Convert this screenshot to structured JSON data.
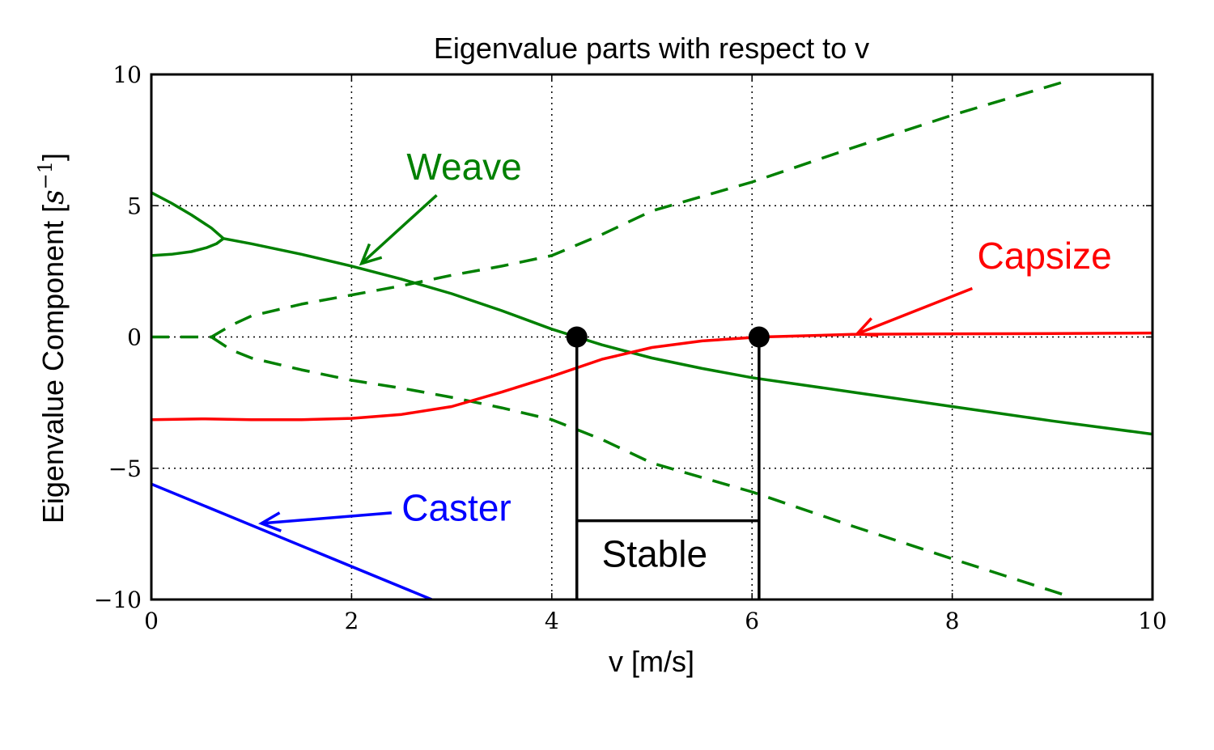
{
  "chart_data": {
    "type": "line",
    "title": "Eigenvalue parts with respect to v",
    "xlabel": "v [m/s]",
    "ylabel_text": "Eigenvalue Component [",
    "ylabel_math": "s",
    "ylabel_exp": "−1",
    "ylabel_close": "]",
    "xlim": [
      0,
      10
    ],
    "ylim": [
      -10,
      10
    ],
    "xticks": [
      0,
      2,
      4,
      6,
      8,
      10
    ],
    "yticks": [
      -10,
      -5,
      0,
      5,
      10
    ],
    "xtick_labels": [
      "0",
      "2",
      "4",
      "6",
      "8",
      "10"
    ],
    "ytick_labels": [
      "−10",
      "−5",
      "0",
      "5",
      "10"
    ],
    "grid": true,
    "colors": {
      "weave": "#008000",
      "capsize": "#ff0000",
      "caster": "#0000ff",
      "stable": "#000000"
    },
    "series": [
      {
        "mode": "weave",
        "style": "solid",
        "x": [
          0,
          0.2,
          0.4,
          0.6,
          0.72
        ],
        "y": [
          5.5,
          5.1,
          4.65,
          4.15,
          3.75
        ]
      },
      {
        "mode": "weave",
        "style": "solid",
        "x": [
          0,
          0.2,
          0.4,
          0.55,
          0.65,
          0.72
        ],
        "y": [
          3.1,
          3.15,
          3.25,
          3.4,
          3.55,
          3.75
        ]
      },
      {
        "mode": "weave",
        "style": "solid",
        "x": [
          0.72,
          1,
          1.5,
          2,
          2.5,
          3,
          3.5,
          4,
          4.25,
          4.5,
          5,
          5.5,
          6,
          7,
          8,
          9,
          10
        ],
        "y": [
          3.75,
          3.55,
          3.15,
          2.7,
          2.2,
          1.65,
          1.0,
          0.3,
          0.0,
          -0.3,
          -0.8,
          -1.2,
          -1.55,
          -2.1,
          -2.65,
          -3.2,
          -3.7
        ]
      },
      {
        "mode": "weave",
        "style": "dashed",
        "x": [
          0,
          0.6,
          0.8,
          1,
          1.5,
          2,
          2.5,
          3,
          3.5,
          4,
          4.5,
          5,
          6,
          7,
          8,
          9.1
        ],
        "y": [
          0,
          0,
          0.45,
          0.8,
          1.25,
          1.6,
          1.95,
          2.35,
          2.7,
          3.1,
          3.9,
          4.8,
          5.9,
          7.2,
          8.45,
          9.7
        ]
      },
      {
        "mode": "weave",
        "style": "dashed",
        "x": [
          0.6,
          0.8,
          1,
          1.5,
          2,
          2.5,
          3,
          3.5,
          4,
          4.5,
          5,
          6,
          7,
          8,
          9.1
        ],
        "y": [
          0,
          -0.5,
          -0.8,
          -1.25,
          -1.65,
          -1.95,
          -2.3,
          -2.7,
          -3.15,
          -3.9,
          -4.8,
          -5.9,
          -7.2,
          -8.45,
          -9.8
        ]
      },
      {
        "mode": "capsize",
        "style": "solid",
        "x": [
          0,
          0.5,
          1,
          1.5,
          2,
          2.5,
          3,
          3.5,
          4,
          4.5,
          5,
          5.5,
          6,
          6.1,
          7,
          8,
          9,
          10
        ],
        "y": [
          -3.15,
          -3.12,
          -3.15,
          -3.15,
          -3.1,
          -2.95,
          -2.65,
          -2.1,
          -1.5,
          -0.85,
          -0.4,
          -0.15,
          -0.02,
          0.0,
          0.1,
          0.12,
          0.13,
          0.15
        ]
      },
      {
        "mode": "caster",
        "style": "solid",
        "x": [
          0,
          2.8
        ],
        "y": [
          -5.6,
          -10
        ]
      }
    ],
    "stable_points": [
      {
        "x": 4.25,
        "y": 0
      },
      {
        "x": 6.07,
        "y": 0
      }
    ],
    "stable_bracket": {
      "x_left": 4.25,
      "x_right": 6.07,
      "y": -7.0
    },
    "annotations": [
      {
        "key": "weave",
        "text": "Weave",
        "text_x": 2.55,
        "text_y": 6.0,
        "arrow_from_x": 2.85,
        "arrow_from_y": 5.4,
        "arrow_to_x": 2.1,
        "arrow_to_y": 2.8
      },
      {
        "key": "capsize",
        "text": "Capsize",
        "text_x": 8.25,
        "text_y": 2.6,
        "arrow_from_x": 8.2,
        "arrow_from_y": 1.85,
        "arrow_to_x": 7.05,
        "arrow_to_y": 0.12
      },
      {
        "key": "caster",
        "text": "Caster",
        "text_x": 2.5,
        "text_y": -7.0,
        "arrow_from_x": 2.4,
        "arrow_from_y": -6.7,
        "arrow_to_x": 1.1,
        "arrow_to_y": -7.1
      },
      {
        "key": "stable",
        "text": "Stable",
        "text_x": 4.5,
        "text_y": -8.75
      }
    ]
  }
}
